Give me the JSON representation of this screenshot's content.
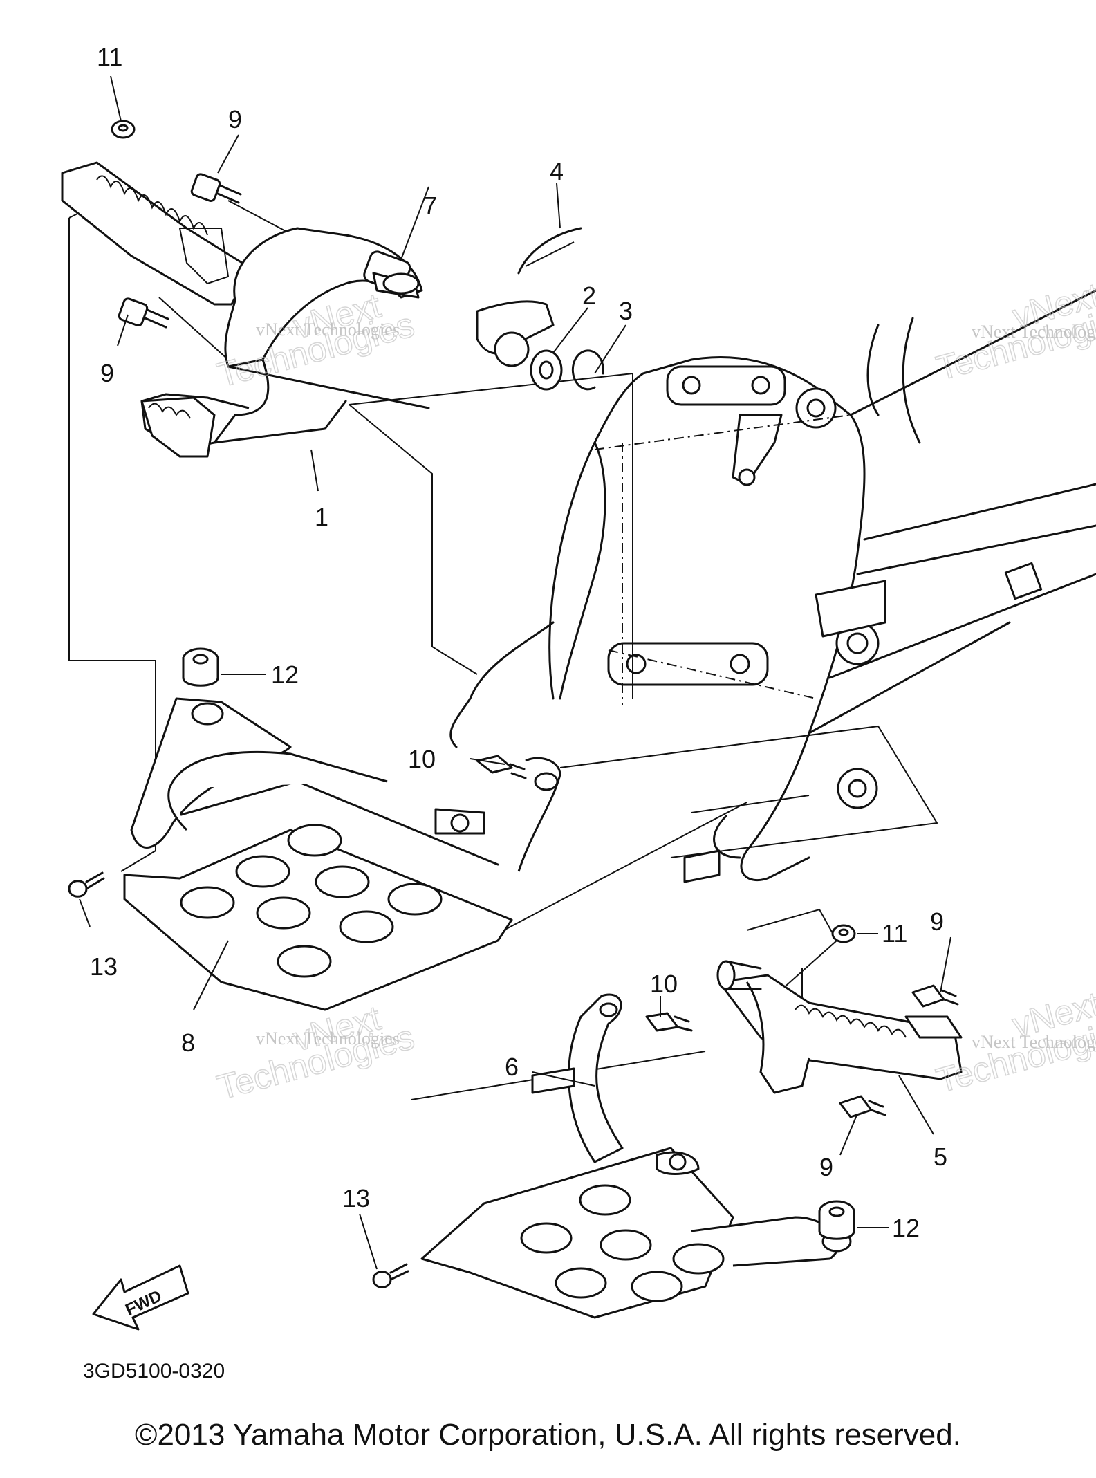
{
  "diagram": {
    "drawing_code": "3GD5100-0320",
    "fwd_label": "FWD",
    "watermark": {
      "line1": "vNext Technologies",
      "line2": "vNext",
      "line3": "Technologies"
    },
    "callouts": [
      "1",
      "2",
      "3",
      "4",
      "5",
      "6",
      "7",
      "8",
      "9",
      "9",
      "9",
      "9",
      "10",
      "10",
      "11",
      "11",
      "12",
      "12",
      "13",
      "13"
    ]
  },
  "footer": {
    "copyright": "©2013 Yamaha Motor Corporation, U.S.A. All rights reserved."
  }
}
